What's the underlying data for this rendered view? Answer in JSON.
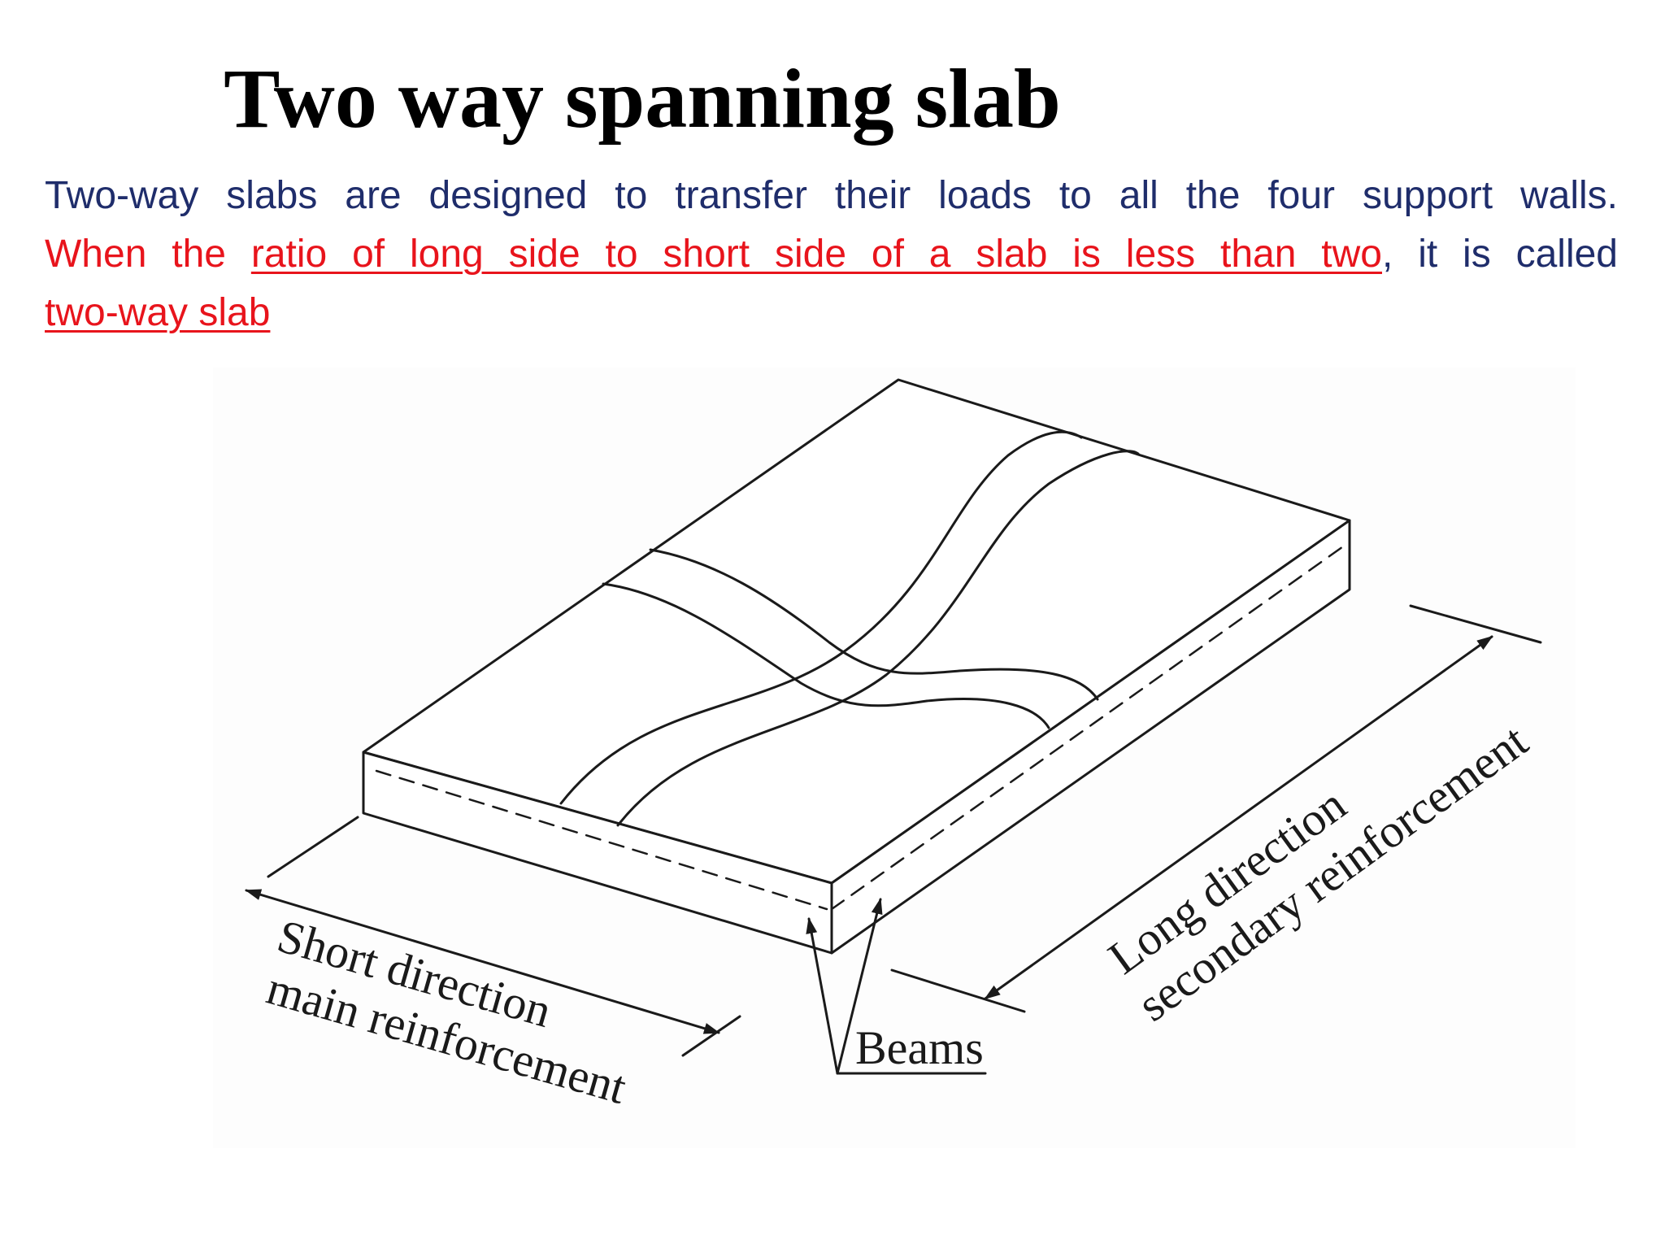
{
  "slide": {
    "title": "Two way spanning slab",
    "paragraph": {
      "line1": "Two-way slabs are designed to transfer their loads to all the four support walls.",
      "line2_prefix": "When the ",
      "line2_underlined": "ratio of long side to short side of a slab is less than two",
      "line2_suffix": ", it is called",
      "line3_underlined": "two-way slab"
    }
  },
  "diagram": {
    "labels": {
      "short_direction_line1": "Short direction",
      "short_direction_line2": "main reinforcement",
      "long_direction_line1": "Long direction",
      "long_direction_line2": "secondary reinforcement",
      "beams": "Beams"
    }
  }
}
